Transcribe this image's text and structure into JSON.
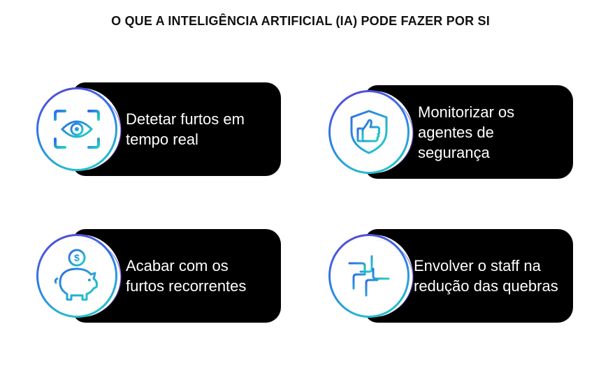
{
  "title": "O QUE A INTELIGÊNCIA ARTIFICIAL (IA) PODE FAZER POR SI",
  "colors": {
    "card_bg": "#000000",
    "icon_gradient_start": "#2e6be6",
    "icon_gradient_end": "#22d3c5",
    "ring_accent": "#5b3fd6"
  },
  "cards": [
    {
      "label": "Detetar furtos em\ntempo real",
      "icon": "eye-scan-icon"
    },
    {
      "label": "Monitorizar os\nagentes de\nsegurança",
      "icon": "shield-thumbs-up-icon"
    },
    {
      "label": "Acabar com os\nfurtos recorrentes",
      "icon": "piggy-bank-coin-icon"
    },
    {
      "label": "Envolver o staff na\nredução das quebras",
      "icon": "joined-hands-icon"
    }
  ]
}
